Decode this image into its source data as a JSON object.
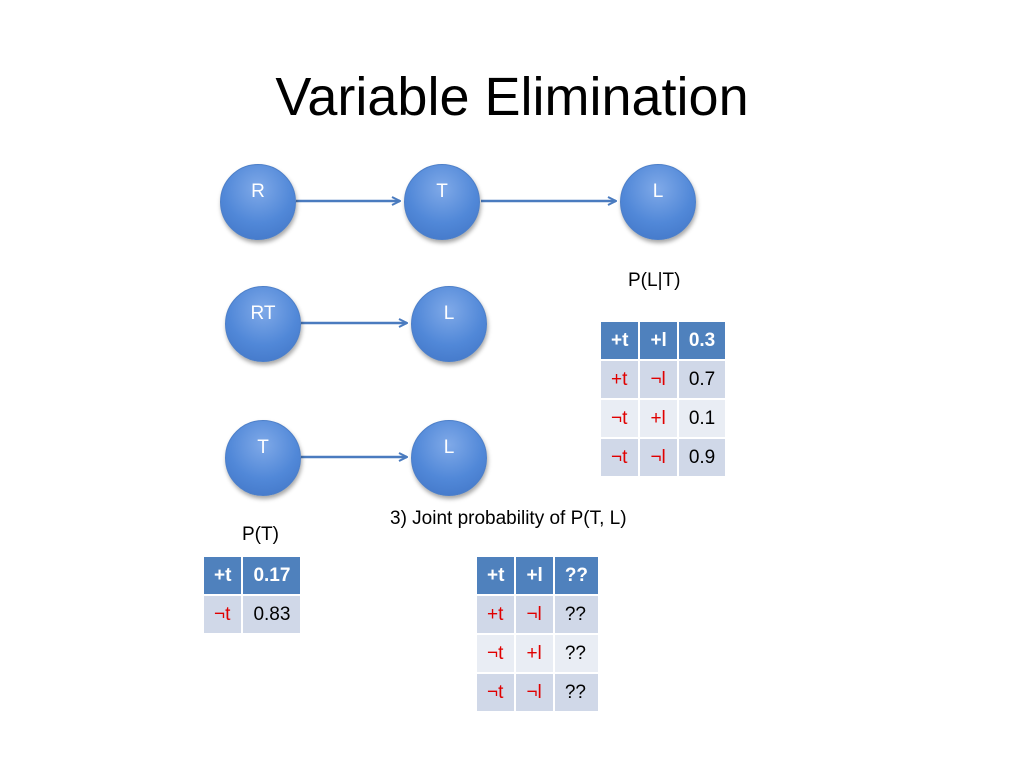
{
  "title": "Variable Elimination",
  "diagram": {
    "row1": {
      "n1": "R",
      "n2": "T",
      "n3": "L"
    },
    "row2": {
      "n1": "RT",
      "n2": "L"
    },
    "row3": {
      "n1": "T",
      "n2": "L"
    }
  },
  "plt_label": "P(L|T)",
  "pt_label": "P(T)",
  "joint_label": "3) Joint probability of P(T, L)",
  "plt_table": [
    {
      "c1": "+t",
      "c2": "+l",
      "c3": "0.3"
    },
    {
      "c1": "+t",
      "c2": "¬l",
      "c3": "0.7"
    },
    {
      "c1": "¬t",
      "c2": "+l",
      "c3": "0.1"
    },
    {
      "c1": "¬t",
      "c2": "¬l",
      "c3": "0.9"
    }
  ],
  "pt_table": [
    {
      "c1": "+t",
      "c2": "0.17"
    },
    {
      "c1": "¬t",
      "c2": "0.83"
    }
  ],
  "joint_table": [
    {
      "c1": "+t",
      "c2": "+l",
      "c3": "??"
    },
    {
      "c1": "+t",
      "c2": "¬l",
      "c3": "??"
    },
    {
      "c1": "¬t",
      "c2": "+l",
      "c3": "??"
    },
    {
      "c1": "¬t",
      "c2": "¬l",
      "c3": "??"
    }
  ],
  "colors": {
    "header": "#4f81bd",
    "row_odd": "#d0d8e8",
    "row_even": "#e9edf4",
    "negation_red": "#e00000",
    "node_blue": "#5188d8"
  }
}
